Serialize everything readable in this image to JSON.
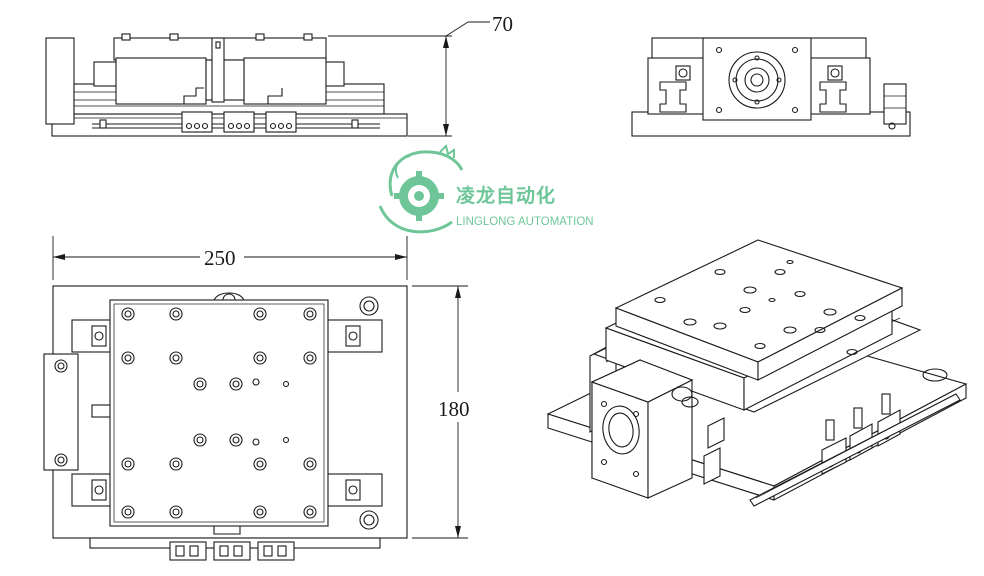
{
  "dimensions": {
    "height": "70",
    "width": "250",
    "depth": "180"
  },
  "watermark": {
    "chinese_name": "凌龙自动化",
    "english_name": "LINGLONG AUTOMATION",
    "color": "#5fc08d"
  }
}
